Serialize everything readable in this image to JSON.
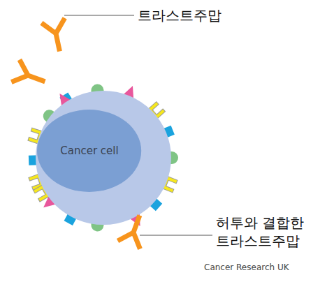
{
  "diagram": {
    "nodes": [
      {
        "text": [
          "Cancer cell"
        ]
      }
    ],
    "labels": [
      "트라스트주맙",
      "허투와 결합한 트라스트주맙",
      "Cancer Research UK"
    ]
  }
}
